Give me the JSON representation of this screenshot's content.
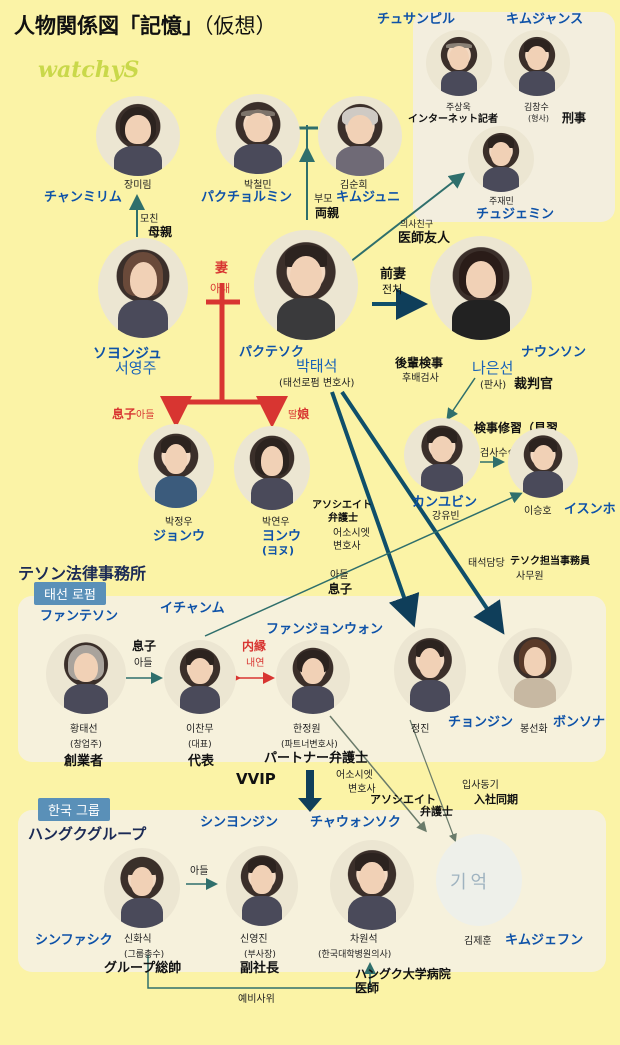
{
  "title": {
    "main": "人物関係図「記憶」",
    "sub": "（仮想）"
  },
  "watermark": "watchyS",
  "sections": {
    "law_firm": "テソン法律事務所",
    "law_firm_tag": "태선 로펌",
    "group_tag": "한국 그룹",
    "group_jp": "ハングクグループ"
  },
  "people": {
    "jang_mirim": {
      "ko": "장미림",
      "jp": "チャンミリム"
    },
    "park_chulmin": {
      "ko": "박철민",
      "jp": "パクチョルミン"
    },
    "kim_soonhee": {
      "ko": "김순희",
      "jp": "キムジュニ"
    },
    "joo_sangwook": {
      "ko": "주상욱",
      "jp": "チュサンピル",
      "role_jp": "インターネット記者"
    },
    "kim_changsoo": {
      "ko": "김창수",
      "role_ko": "(형사)",
      "jp": "キムジャンス",
      "role_jp": "刑事"
    },
    "joo_jaemin": {
      "ko": "주재민",
      "jp": "チュジェミン"
    },
    "seo_youngju": {
      "ko": "서영주",
      "jp": "ソヨンジュ"
    },
    "park_taesuk": {
      "ko": "박태석",
      "jp": "パクテソク",
      "desc_ko": "(태선로펌 변호사)"
    },
    "na_eunsun": {
      "ko": "나은선",
      "jp": "ナウンソン",
      "role_ko": "(판사)",
      "role_jp": "裁判官"
    },
    "park_jungwoo": {
      "ko": "박정우",
      "jp": "ジョンウ"
    },
    "park_yeonwoo": {
      "ko": "박연우",
      "jp": "ヨンウ",
      "jp2": "(ヨヌ)"
    },
    "kang_yubin": {
      "ko": "강유빈",
      "jp": "カンユビン"
    },
    "lee_seungho": {
      "ko": "이승호",
      "jp": "イスンホ"
    },
    "hwang_taesun": {
      "ko": "황태선",
      "role_ko": "(창업주)",
      "jp": "ファンテソン",
      "role_jp": "創業者"
    },
    "lee_chanmu": {
      "ko": "이찬무",
      "role_ko": "(대표)",
      "jp": "イチャンム",
      "role_jp": "代表"
    },
    "han_jungwon": {
      "ko": "한정원",
      "role_ko": "(파트너변호사)",
      "jp": "ファンジョンウォン",
      "role_jp": "パートナー弁護士"
    },
    "jung_jin": {
      "ko": "정진",
      "jp": "チョンジン"
    },
    "bong_sunhwa": {
      "ko": "봉선화",
      "jp": "ボンソナ"
    },
    "shin_hwasik": {
      "ko": "신화식",
      "role_ko": "(그룹총수)",
      "jp": "シンファシク",
      "role_jp": "グループ総帥"
    },
    "shin_youngjin": {
      "ko": "신영진",
      "role_ko": "(부사장)",
      "jp": "シンヨンジン",
      "role_jp": "副社長"
    },
    "cha_wonsuk": {
      "ko": "차원석",
      "role_ko": "(한국대학병원의사)",
      "jp": "チャウォンソク",
      "role_jp": "ハングク大学病院医師"
    },
    "kim_jehoon": {
      "ko": "김제훈",
      "jp": "キムジェフン"
    }
  },
  "relations": {
    "mother_ko": "모친",
    "mother_jp": "母親",
    "parents_ko": "부모",
    "parents_jp": "両親",
    "friend_ko": "의사친구",
    "friend_jp": "医師友人",
    "wife_jp": "妻",
    "wife_ko": "아내",
    "exwife_jp": "前妻",
    "exwife_ko": "전처",
    "junior_jp": "後輩検事",
    "junior_ko": "후배검사",
    "son_jp": "息子",
    "son_ko": "아들",
    "daughter_ko": "딸",
    "daughter_jp": "娘",
    "trainee_jp": "検事修習（見習",
    "trainee_ko": "검사수습",
    "associate_jp": "アソシエイト",
    "associate_jp2": "弁護士",
    "associate_ko": "어소시엣",
    "associate_ko2": "변호사",
    "son2_ko": "아들",
    "son2_jp": "息子",
    "staff_ko": "태석담당",
    "staff_jp": "テソク担当事務員",
    "staff_ko2": "사무원",
    "son3_jp": "息子",
    "son3_ko": "아들",
    "inner_jp": "内縁",
    "inner_ko": "내연",
    "vvip": "VVIP",
    "assoc2_ko": "어소시엣",
    "assoc2_ko2": "변호사",
    "assoc2_jp": "アソシエイト",
    "assoc2_jp2": "弁護士",
    "same_ko": "입사동기",
    "same_jp": "入社同期",
    "son4_ko": "아들",
    "soninlaw_ko": "예비사위",
    "logo": "기억"
  }
}
